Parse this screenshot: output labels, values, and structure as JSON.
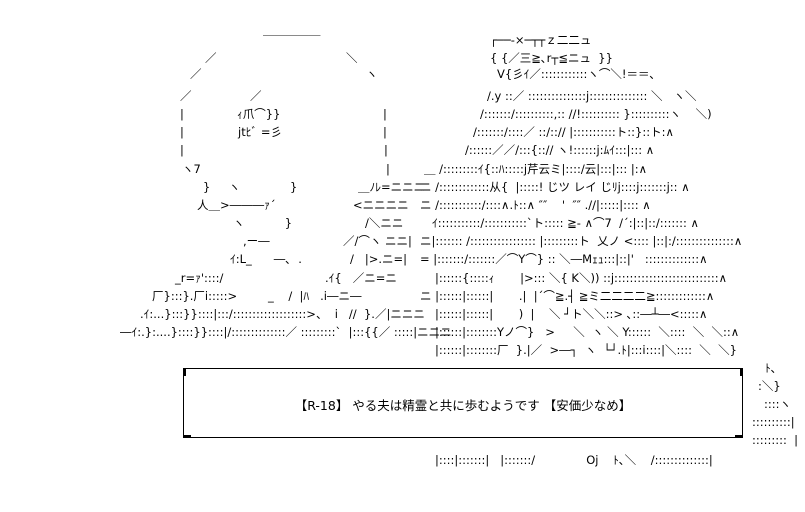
{
  "art": {
    "segments": [
      "＿＿＿＿＿",
      "┌──‐×─┬┬ｚ二二ュ",
      "／",
      "＼",
      "{ {／三≧､r┬≦ニュ  }}",
      "／",
      "ヽ",
      "V{彡ｲ／::::::::::::ヽ⌒＼!＝＝､",
      "／",
      "／",
      "/.y ::／ :::::::::::::::j::::::::::::::: ＼   ヽ＼",
      "|",
      "ｨ爪⌒}}",
      "|",
      "/:::::::/::::::::::,:: //!:::::::::: }::::::::::ヽ    ＼)",
      "|",
      "jtﾋﾞ =彡",
      "|",
      "/:::::::/::::／ ::/::// |:::::::::::ト::}::ト:∧",
      "|",
      "|",
      "/::::::／／/:::{::// ヽ!::::::j:ﾑｲ:::|::: ∧",
      "ヽ7",
      "|",
      "＿ /:::::::::ｲ{::ﾊ:::::j芹云ミ|::::/云|:::|::: |:∧",
      "}     ヽ",
      "}",
      "＿ﾉﾚ=ニニニ",
      "ニ /:::::::::::::从{  |:::::! じツ レイ じﾘj::::j:::::::j:: ∧",
      "人＿>―――ｧ´",
      "<ニニニニ",
      "ニ /:::::::::::/::::∧.ﾄ::∧ ″″    '  ″″ .//|:::::|:::: ∧",
      "ヽ           }",
      "/＼ニニ",
      "ｲ:::::::::::/:::::::::::`ト::::: ≧- ∧⌒7  /´:|::|::/::::::: ∧",
      ",ー―",
      "／/⌒ヽ ニニ|",
      "ニ|::::::: /::::::::::::::::: |:::::::::ト  乂ノ <:::: |::|:/:::::::::::::::∧",
      "ｲ:L_      ―､  .",
      "/   |>.ニ=|",
      "= |:::::::/:::::::／⌒Y⌒} :: ＼―Mｪｭ:::|::|'   ::::::::::::::∧",
      "_r=ｧ'::::/",
      ".ｲ{   ／ニ=ニ",
      "|::::::{:::::ｨ       |>::: ＼{ K＼)) ::j:::::::::::::::::::::::::::∧",
      "厂}:::}.厂i:::::>",
      "_    /  |ﾊ   .i―ニ―",
      "ニ |::::::|::::::|       .|  |´⌒≧.┤ ≧ミ二二二二≧:::::::::::::∧",
      ".ｲ:...}:::}}::::|:::/:::::::::::::::::::>、  i   //  }.／|ニニニ",
      "|::::::|::::::|       )  |    ＼ ┘ト＼＼::> ､::―┴―<:::::∧",
      "―ｲ:.}:....}::::}}::::|/::::::::::::::／ :::::::::`  |:::{{／ :::::|ニニニ",
      "|::::::|::::::::Yノ⌒}   >     ＼  ヽ ＼ Y::::::  ＼::::  ＼  ＼::∧",
      "|::::::|::::::::厂  }.|／  >―┐  ヽ  └┘.ﾄ|:::i::::|＼::::  ＼  ＼}",
      "ﾄ､",
      ":＼}",
      "::::ヽ",
      "::::::::::|",
      ":::::::::  |",
      "|::::|:::::::|   |:::::::/              Oj    ﾄ､＼    /::::::::::::::|"
    ]
  },
  "title_box": {
    "text": "【R-18】 やる夫は精霊と共に歩むようです 【安価少なめ】"
  }
}
